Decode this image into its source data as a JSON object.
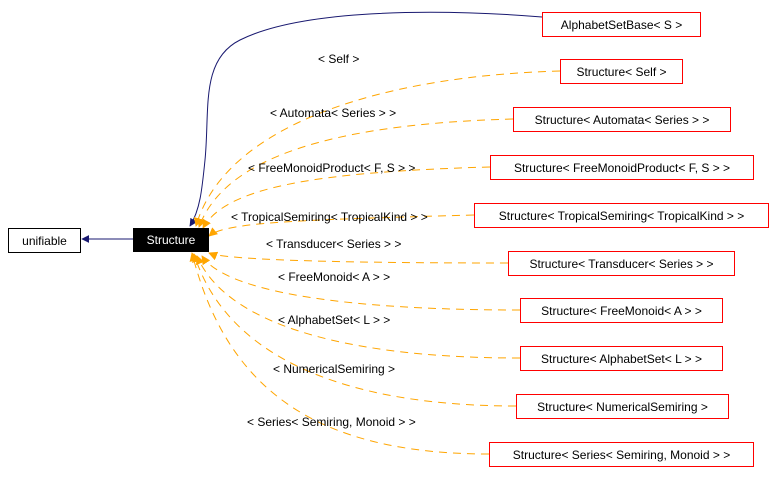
{
  "diagram": {
    "type": "inheritance-graph",
    "colors": {
      "inheritance_edge": "#191970",
      "template_edge": "#ffa500",
      "template_node_border": "#ff0000",
      "focus_node_fill": "#000000"
    },
    "focus_node": {
      "label": "Structure"
    },
    "base_node": {
      "label": "unifiable"
    },
    "inherit_from": {
      "label": "AlphabetSetBase< S >"
    },
    "instances": [
      {
        "label": "Structure< Self >",
        "edge_label": "< Self >"
      },
      {
        "label": "Structure< Automata< Series > >",
        "edge_label": "< Automata< Series > >"
      },
      {
        "label": "Structure< FreeMonoidProduct< F, S > >",
        "edge_label": "< FreeMonoidProduct< F, S > >"
      },
      {
        "label": "Structure< TropicalSemiring< TropicalKind > >",
        "edge_label": "< TropicalSemiring< TropicalKind > >"
      },
      {
        "label": "Structure< Transducer< Series > >",
        "edge_label": "< Transducer< Series > >"
      },
      {
        "label": "Structure< FreeMonoid< A > >",
        "edge_label": "< FreeMonoid< A > >"
      },
      {
        "label": "Structure< AlphabetSet< L > >",
        "edge_label": "< AlphabetSet< L > >"
      },
      {
        "label": "Structure< NumericalSemiring >",
        "edge_label": "< NumericalSemiring >"
      },
      {
        "label": "Structure< Series< Semiring, Monoid > >",
        "edge_label": "< Series< Semiring, Monoid > >"
      }
    ]
  }
}
